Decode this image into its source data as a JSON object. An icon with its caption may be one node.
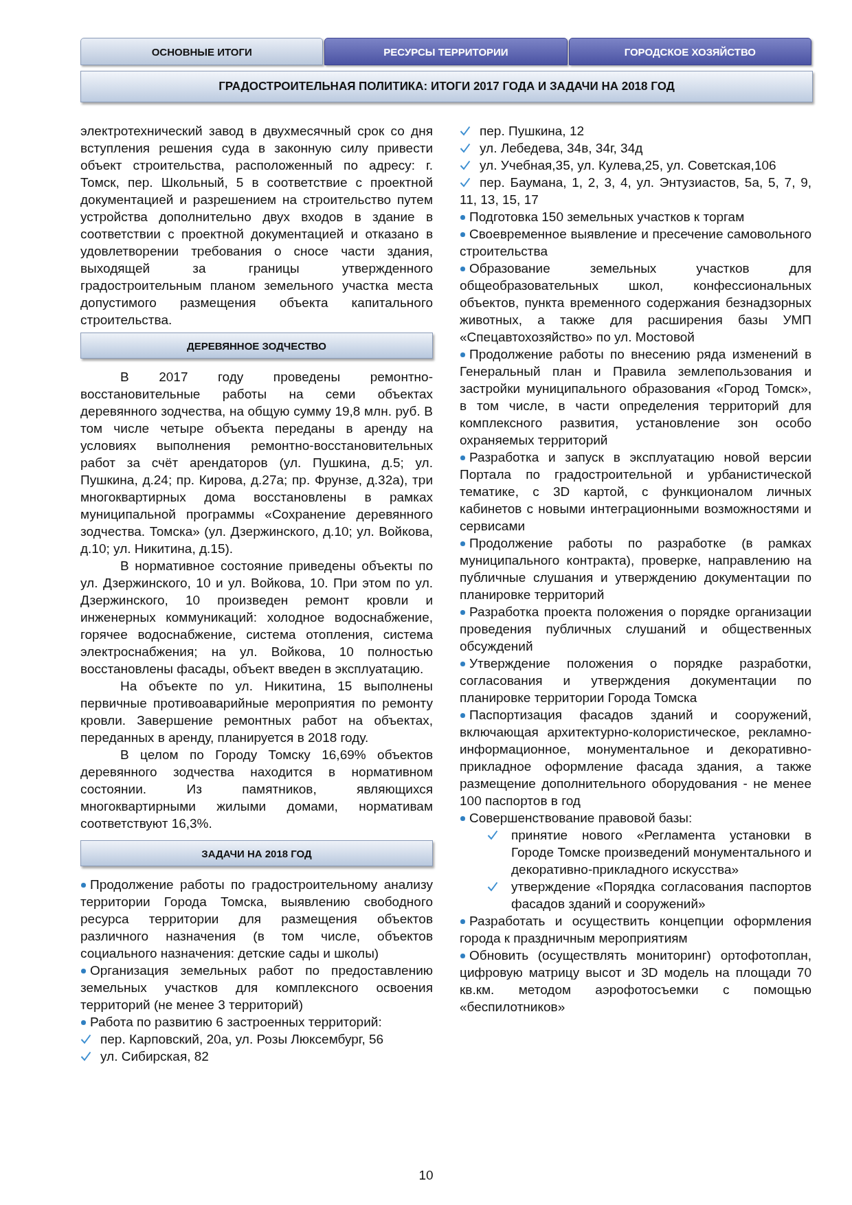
{
  "diagram": {
    "title": "ГРАДОСТРОИТЕЛЬНАЯ ПОЛИТИКА: ИТОГИ 2017 ГОДА И ЗАДАЧИ НА 2018 ГОД",
    "nodes": [
      {
        "text": [
          "ОСНОВНЫЕ ИТОГИ"
        ]
      },
      {
        "text": [
          "РЕСУРСЫ ТЕРРИТОРИИ"
        ]
      },
      {
        "text": [
          "ГОРОДСКОЕ ХОЗЯЙСТВО"
        ]
      },
      {
        "text": [
          "ДЕРЕВЯННОЕ ЗОДЧЕСТВО"
        ]
      },
      {
        "text": [
          "ЗАДАЧИ НА 2018 ГОД"
        ]
      }
    ],
    "labels": [
      "электротехнический завод в двухмесячный срок со дня вступления решения суда в законную силу привести объект строительства, расположенный по адресу: г. Томск, пер. Школьный, 5 в соответствие с проектной документацией и разрешением на строительство путем устройства дополнительно двух входов в здание в соответствии с проектной документацией и отказано в удовлетворении требования о сносе части здания, выходящей за границы утвержденного градостроительным планом земельного участка места допустимого размещения объекта капитального строительства.",
      "В 2017 году проведены ремонтно-восстановительные работы на семи объектах деревянного зодчества, на общую сумму 19,8 млн. руб. В том числе четыре объекта переданы в аренду на условиях выполнения ремонтно-восстановительных работ за счёт арендаторов (ул. Пушкина, д.5; ул. Пушкина, д.24; пр. Кирова, д.27а; пр. Фрунзе, д.32а), три многоквартирных дома восстановлены в рамках муниципальной программы «Сохранение деревянного зодчества. Томска» (ул. Дзержинского, д.10; ул. Войкова, д.10; ул. Никитина, д.15).",
      "В нормативное состояние приведены объекты по ул. Дзержинского, 10 и ул. Войкова, 10. При этом по ул. Дзержинского, 10 произведен ремонт кровли и инженерных коммуникаций: холодное водоснабжение, горячее водоснабжение, система отопления, система электроснабжения; на ул. Войкова, 10 полностью восстановлены фасады, объект введен в эксплуатацию.",
      "На объекте по ул. Никитина, 15 выполнены первичные противоаварийные мероприятия по ремонту кровли. Завершение ремонтных работ на объектах, переданных в аренду, планируется в 2018 году.",
      "В целом по Городу Томску 16,69% объектов деревянного зодчества находится в нормативном состоянии. Из памятников, являющихся многоквартирными жилыми домами, нормативам соответствуют 16,3%.",
      "Продолжение работы по градостроительному анализу территории Города Томска, выявлению свободного ресурса территории для размещения объектов различного назначения (в том числе, объектов социального назначения: детские сады и школы)",
      "Организация земельных работ по предоставлению земельных участков для комплексного освоения территорий (не менее 3 территорий)",
      "Работа по развитию 6 застроенных территорий:",
      "пер. Карповский, 20а, ул. Розы Люксембург, 56",
      "ул. Сибирская, 82",
      "пер. Пушкина, 12",
      "ул. Лебедева, 34в, 34г, 34д",
      "ул. Учебная,35, ул. Кулева,25, ул. Советская,106",
      "пер. Баумана, 1, 2, 3, 4, ул. Энтузиастов, 5а, 5, 7, 9, 11, 13, 15, 17",
      "Подготовка 150 земельных участков к торгам",
      "Своевременное выявление и пресечение самовольного строительства",
      "Образование земельных участков для общеобразовательных школ, конфессиональных объектов, пункта временного содержания безнадзорных животных, а также для расширения базы УМП «Спецавтохозяйство» по ул. Мостовой",
      "Продолжение работы по внесению ряда изменений в Генеральный план и Правила землепользования и застройки муниципального образования «Город Томск», в том числе, в части определения территорий для комплексного развития, установление зон особо охраняемых территорий",
      "Разработка и запуск в эксплуатацию новой версии Портала по градостроительной и урбанистической тематике, с 3D картой, с функционалом личных кабинетов с новыми интеграционными возможностями и сервисами",
      "Продолжение работы по разработке (в рамках муниципального контракта), проверке, направлению на публичные слушания и утверждению документации по планировке территорий",
      "Разработка проекта положения о порядке организации проведения публичных слушаний и общественных обсуждений",
      "Утверждение положения о порядке разработки, согласования и утверждения документации по планировке территории Города Томска",
      "Паспортизация фасадов зданий и сооружений, включающая архитектурно-колористическое, рекламно-информационное, монументальное и декоративно-прикладное оформление фасада здания, а также размещение дополнительного оборудования - не менее 100 паспортов в год",
      "Совершенствование правовой базы:",
      "принятие нового «Регламента установки в Городе Томске произведений монументального и декоративно-прикладного искусства»",
      "утверждение «Порядка согласования паспортов фасадов зданий и сооружений»",
      "Разработать и осуществить концепции оформления города к праздничным мероприятиям",
      "Обновить (осуществлять мониторинг) ортофотоплан, цифровую матрицу высот и 3D модель на площади 70 кв.км. методом аэрофотосъемки с помощью «беспилотников»",
      "10"
    ]
  }
}
